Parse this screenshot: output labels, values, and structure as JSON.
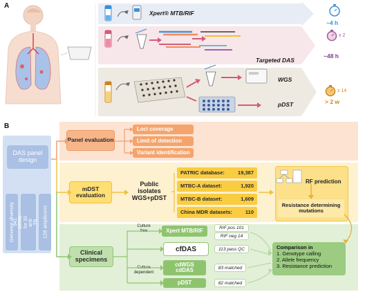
{
  "panel_a": {
    "label": "A",
    "methods": {
      "xpert": "Xpert® MTB/RIF",
      "targeted_das": "Targeted DAS",
      "wgs": "WGS",
      "pdst": "pDST"
    },
    "times": {
      "xpert_time": "~4 h",
      "das_mult": "x 2",
      "das_time": "~48 h",
      "pdst_mult": "x 14",
      "pdst_time": "> 2 w"
    },
    "colors": {
      "xpert": "#3b8fd8",
      "das": "#7b3d8f",
      "pdst": "#d1841a"
    }
  },
  "panel_b": {
    "label": "B",
    "left": {
      "design_title": "DAS panel design",
      "genome_diversity": "Genome diversity",
      "drms": "941 DRMs for 20 anti-TB drugs",
      "amplicons": "128 amplicons"
    },
    "panel_eval": {
      "title": "Panel evaluation",
      "items": [
        "Loci coverage",
        "Limit of detection",
        "Variant identification"
      ]
    },
    "mdst": {
      "title": "mDST evaluation",
      "public": "Public isolates WGS+pDST",
      "datasets": [
        {
          "name": "PATRIC database:",
          "value": "19,387"
        },
        {
          "name": "MTBC-A dataset:",
          "value": "1,920"
        },
        {
          "name": "MTBC-B dataset:",
          "value": "1,609"
        },
        {
          "name": "China MDR datasets:",
          "value": "110"
        }
      ],
      "rf_prediction": "RF prediction",
      "resistance_mutations": "Resistance determining mutations"
    },
    "clinical": {
      "title": "Clinical specimens",
      "culture_free": "Culture free",
      "culture_dependent": "Culture dependent",
      "xpert": "Xpert MTB/RIF",
      "cfdas": "cfDAS",
      "cdwgs": "cdWGS",
      "cddas": "cdDAS",
      "pdst": "pDST",
      "rif_pos": "RIF pos 101",
      "rif_neg": "RIF neg 14",
      "pass_qc": "113 pass QC",
      "matched_83": "83 matched",
      "matched_82": "82 matched",
      "comparison_title": "Comparison in",
      "comparison_items": [
        "1. Genotype calling",
        "2. Allele frequency",
        "3. Resistance prediction"
      ]
    }
  }
}
